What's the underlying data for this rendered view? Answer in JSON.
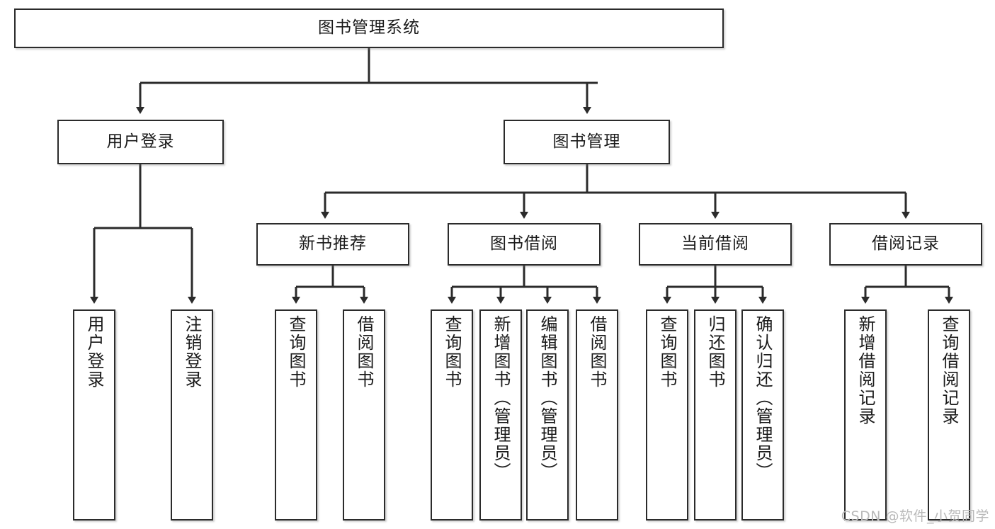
{
  "diagram": {
    "title": "图书管理系统",
    "type": "tree-hierarchy",
    "root": {
      "label": "图书管理系统"
    },
    "level2": [
      {
        "label": "用户登录"
      },
      {
        "label": "图书管理"
      }
    ],
    "level3": [
      {
        "label": "新书推荐",
        "parent": "图书管理"
      },
      {
        "label": "图书借阅",
        "parent": "图书管理"
      },
      {
        "label": "当前借阅",
        "parent": "图书管理"
      },
      {
        "label": "借阅记录",
        "parent": "图书管理"
      }
    ],
    "leaves": {
      "user_login": [
        {
          "label": "用户登录"
        },
        {
          "label": "注销登录"
        }
      ],
      "new_book_recommend": [
        {
          "label": "查询图书"
        },
        {
          "label": "借阅图书"
        }
      ],
      "book_borrow": [
        {
          "label": "查询图书"
        },
        {
          "label": "新增图书（管理员）"
        },
        {
          "label": "编辑图书（管理员）"
        },
        {
          "label": "借阅图书"
        }
      ],
      "current_borrow": [
        {
          "label": "查询图书"
        },
        {
          "label": "归还图书"
        },
        {
          "label": "确认归还（管理员）"
        }
      ],
      "borrow_record": [
        {
          "label": "新增借阅记录"
        },
        {
          "label": "查询借阅记录"
        }
      ]
    },
    "colors": {
      "stroke": "#2b2b2b",
      "fill": "#ffffff",
      "text": "#1a1a1a",
      "watermark": "#b9b9b9"
    }
  },
  "watermark": {
    "text": "CSDN @软件_小贺同学"
  }
}
